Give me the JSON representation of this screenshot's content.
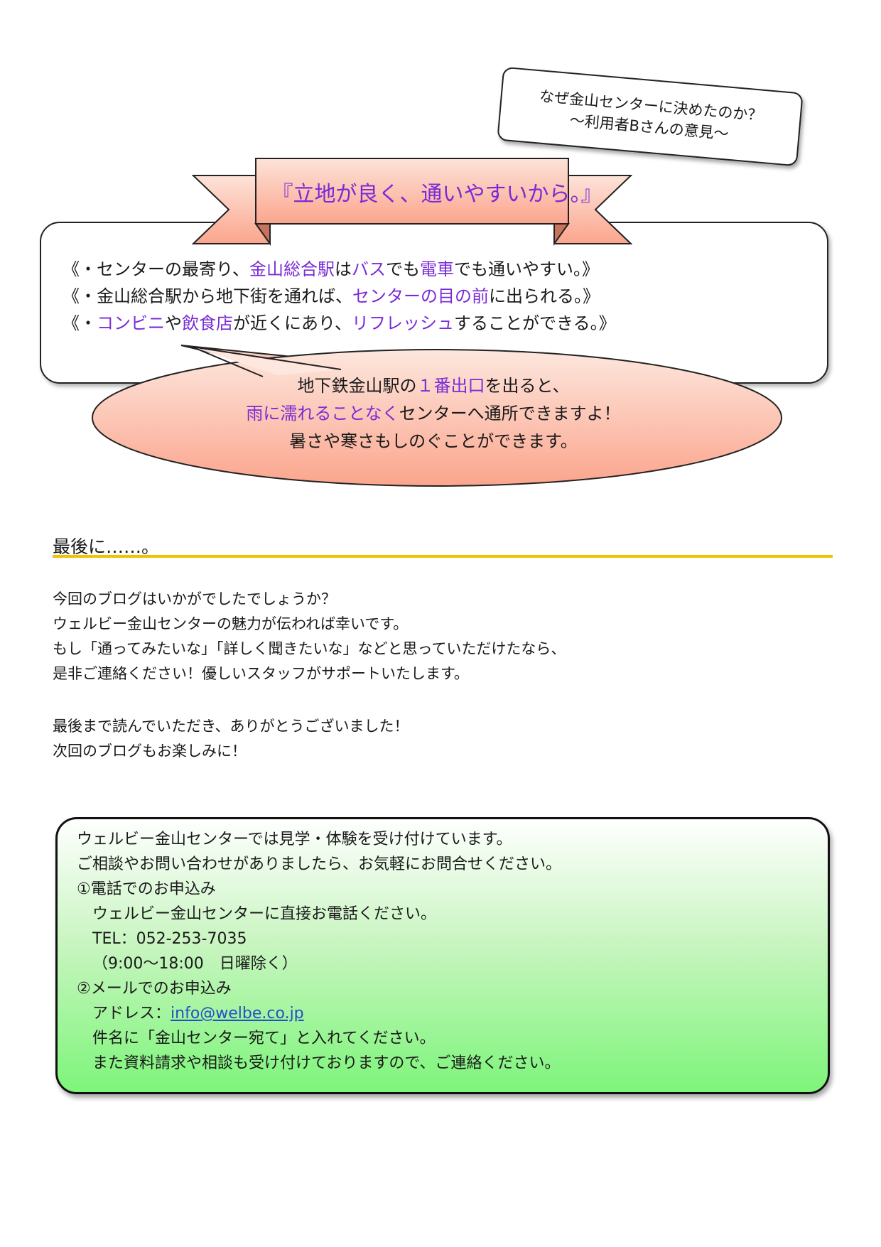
{
  "note": {
    "line1": "なぜ金山センターに決めたのか？",
    "line2": "〜利用者Bさんの意見〜"
  },
  "ribbon": {
    "text": "『立地が良く、通いやすいから。』"
  },
  "reasons": {
    "r1": {
      "a": "《・センターの最寄り、",
      "b": "金山総合駅",
      "c": "は",
      "d": "バス",
      "e": "でも",
      "f": "電車",
      "g": "でも通いやすい。》"
    },
    "r2": {
      "a": "《・金山総合駅から地下街を通れば、",
      "b": "センターの目の前",
      "c": "に出られる。》"
    },
    "r3": {
      "a": "《・",
      "b": "コンビニ",
      "c": "や",
      "d": "飲食店",
      "e": "が近くにあり、",
      "f": "リフレッシュ",
      "g": "することができる。》"
    }
  },
  "bubble": {
    "l1": {
      "a": "地下鉄金山駅の",
      "b": "１番出口",
      "c": "を出ると、"
    },
    "l2": {
      "a": "雨に濡れることなく",
      "b": "センターへ通所できますよ！"
    },
    "l3": "暑さや寒さもしのぐことができます。"
  },
  "closing": {
    "heading": "最後に……。",
    "p1": [
      "今回のブログはいかがでしたでしょうか？",
      "ウェルビー金山センターの魅力が伝われば幸いです。",
      "もし「通ってみたいな」「詳しく聞きたいな」などと思っていただけたなら、",
      "是非ご連絡ください！優しいスタッフがサポートいたします。"
    ],
    "p2": [
      "最後まで読んでいただき、ありがとうございました！",
      "次回のブログもお楽しみに！"
    ]
  },
  "contact": {
    "l1": "ウェルビー金山センターでは見学・体験を受け付けています。",
    "l2": "ご相談やお問い合わせがありましたら、お気軽にお問合せください。",
    "l3": "①電話でのお申込み",
    "l4": "ウェルビー金山センターに直接お電話ください。",
    "l5": "TEL：052-253-7035",
    "l6": "（9:00〜18:00　日曜除く）",
    "l7": "②メールでのお申込み",
    "l8_label": "アドレス：",
    "email": "info@welbe.co.jp",
    "l9": "件名に「金山センター宛て」と入れてください。",
    "l10": "また資料請求や相談も受け付けておりますので、ご連絡ください。"
  },
  "colors": {
    "highlight": "#7a2bd6",
    "ribbon_fill": "#fbb29e",
    "bubble_fill": "#fbb29e",
    "rule": "#efc300",
    "contact_green": "#7df57a",
    "link": "#2350c9"
  }
}
